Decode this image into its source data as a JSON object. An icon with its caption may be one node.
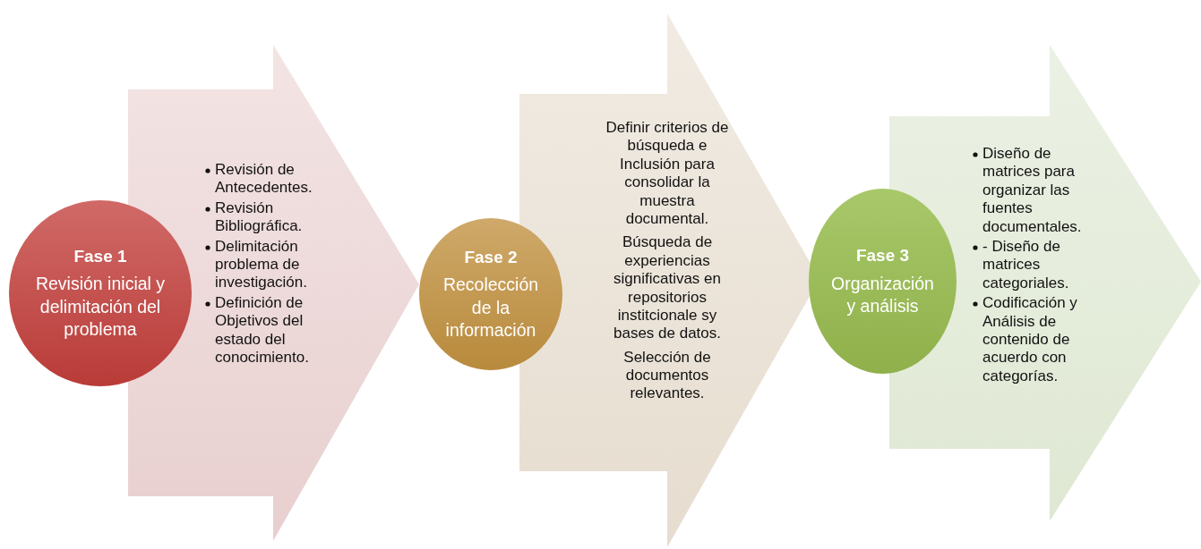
{
  "diagram": {
    "nodes": [
      {
        "text": [
          "Fase 1",
          "Revisión inicial y delimitación del problema"
        ]
      },
      {
        "text": [
          "Revisión de Antecedentes.",
          "Revisión Bibliográfica.",
          "Delimitación problema de investigación.",
          "Definición de Objetivos del estado del conocimiento."
        ]
      },
      {
        "text": [
          "Fase 2",
          "Recolección de la información"
        ]
      },
      {
        "text": [
          "Definir criterios de búsqueda e Inclusión para consolidar la muestra documental.",
          "Búsqueda de experiencias significativas en repositorios institcionale sy bases de datos.",
          "Selección de documentos relevantes."
        ]
      },
      {
        "text": [
          "Fase 3",
          "Organización y análisis"
        ]
      },
      {
        "text": [
          "Diseño de matrices para organizar las fuentes documentales.",
          "- Diseño de matrices categoriales.",
          "Codificación y Análisis de contenido de acuerdo con categorías."
        ]
      }
    ]
  }
}
